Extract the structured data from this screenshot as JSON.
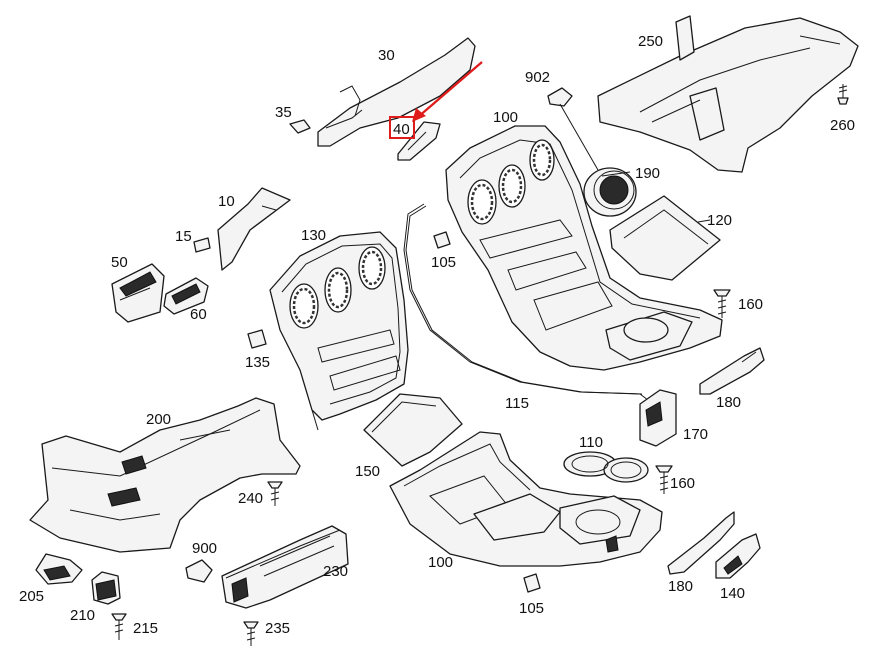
{
  "diagram": {
    "highlight": {
      "part_number": "40",
      "color": "#e01b1b"
    },
    "labels": {
      "p30": "30",
      "p35": "35",
      "p40": "40",
      "p902": "902",
      "p250": "250",
      "p260": "260",
      "p100_top": "100",
      "p190": "190",
      "p10": "10",
      "p15": "15",
      "p130": "130",
      "p105_top": "105",
      "p120": "120",
      "p50": "50",
      "p60": "60",
      "p160_top": "160",
      "p135": "135",
      "p115": "115",
      "p180_top": "180",
      "p170": "170",
      "p200": "200",
      "p110": "110",
      "p150": "150",
      "p160_bot": "160",
      "p240": "240",
      "p900": "900",
      "p230": "230",
      "p100_bot": "100",
      "p205": "205",
      "p210": "210",
      "p215": "215",
      "p235": "235",
      "p105_bot": "105",
      "p180_bot": "180",
      "p140": "140"
    }
  }
}
